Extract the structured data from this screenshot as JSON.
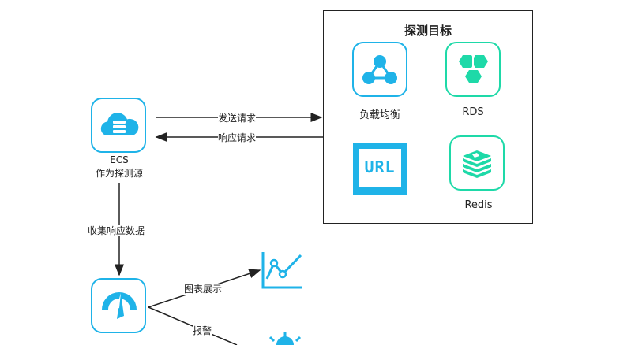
{
  "ecs": {
    "name": "ECS",
    "role": "作为探测源"
  },
  "arrows": {
    "send_request": "发送请求",
    "response_request": "响应请求",
    "collect": "收集响应数据",
    "chart_display": "图表展示",
    "alarm": "报警"
  },
  "target": {
    "title": "探测目标",
    "items": [
      {
        "label": "负载均衡",
        "icon": "load-balancer-icon"
      },
      {
        "label": "RDS",
        "icon": "rds-icon"
      },
      {
        "label": "",
        "icon": "url-icon",
        "text": "URL"
      },
      {
        "label": "Redis",
        "icon": "redis-icon"
      }
    ]
  },
  "colors": {
    "accent_blue": "#1fb3e8",
    "accent_green": "#1ed9a8",
    "stroke": "#222222"
  }
}
